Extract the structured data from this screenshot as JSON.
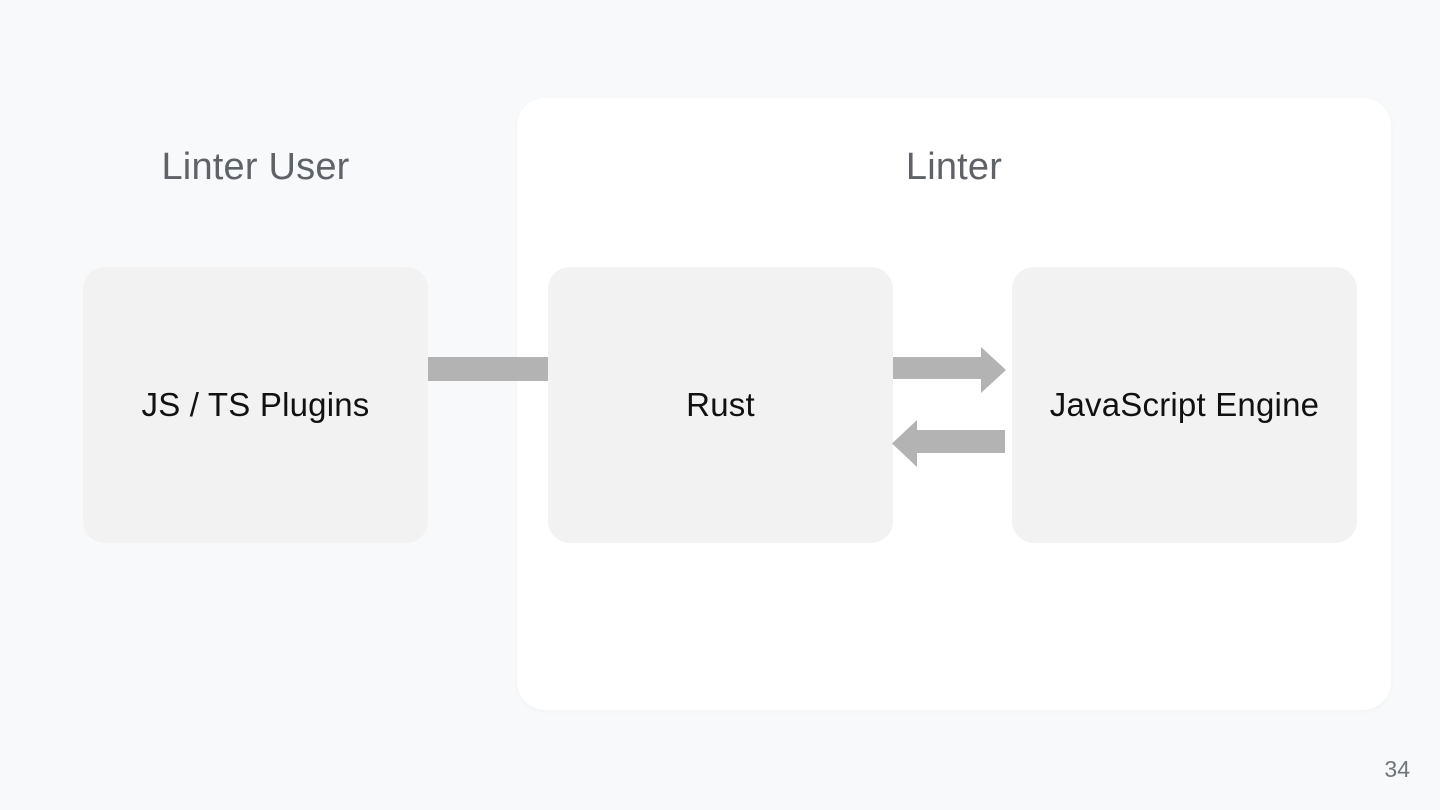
{
  "slide": {
    "page_number": "34"
  },
  "colors": {
    "background": "#f7f9fb",
    "panel": "#ffffff",
    "node-fill": "#f2f2f2",
    "node-text": "#111111",
    "arrow": "#b3b3b3",
    "group-label": "#5f6368",
    "page-number": "#70757a"
  },
  "diagram": {
    "groups": [
      {
        "label": "Linter User"
      },
      {
        "label": "Linter"
      }
    ],
    "nodes": [
      {
        "label": "JS / TS Plugins"
      },
      {
        "label": "Rust"
      },
      {
        "label": "JavaScript Engine"
      }
    ],
    "connectors": [
      {
        "name": "plugins-to-rust",
        "type": "bar"
      },
      {
        "name": "rust-to-engine",
        "type": "arrow-right"
      },
      {
        "name": "engine-to-rust",
        "type": "arrow-left"
      }
    ]
  }
}
